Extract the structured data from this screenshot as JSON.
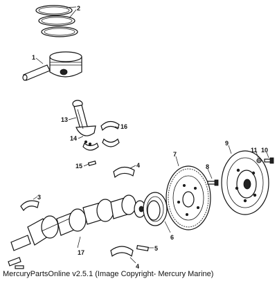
{
  "callouts": {
    "c1": "1",
    "c2": "2",
    "c3": "3",
    "c4a": "4",
    "c4b": "4",
    "c5": "5",
    "c6": "6",
    "c7": "7",
    "c8": "8",
    "c9": "9",
    "c10": "10",
    "c11": "11",
    "c13": "13",
    "c14": "14",
    "c15": "15",
    "c16": "16",
    "c17": "17"
  },
  "footer": {
    "copyright": "MercuryPartsOnline v2.5.1 (Image Copyright- Mercury Marine)"
  }
}
